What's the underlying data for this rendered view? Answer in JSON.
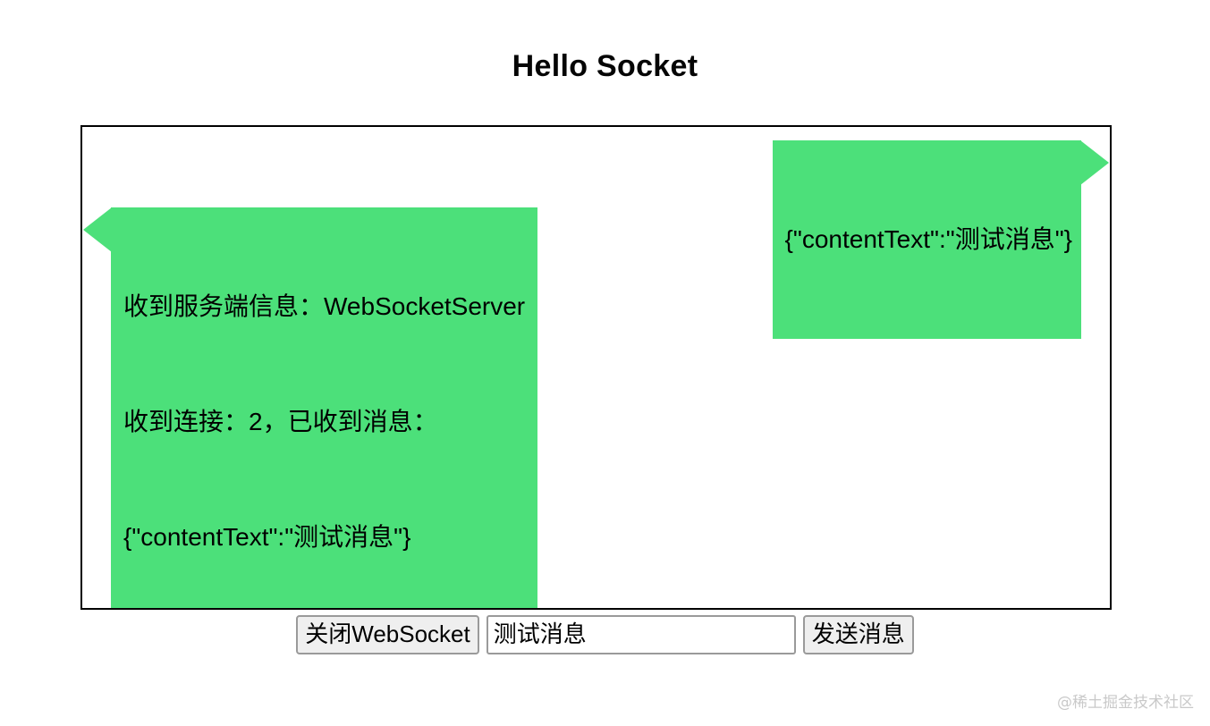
{
  "page": {
    "title": "Hello Socket",
    "watermark": "@稀土掘金技术社区",
    "accent_green": "#4ce07a",
    "border_color": "#000000"
  },
  "message_log": {
    "messages": [
      {
        "direction": "outgoing",
        "lines": [
          "{\"contentText\":\"测试消息\"}"
        ]
      },
      {
        "direction": "incoming",
        "lines": [
          "收到服务端信息：WebSocketServer",
          "收到连接：2，已收到消息：",
          "{\"contentText\":\"测试消息\"}"
        ]
      }
    ]
  },
  "controls": {
    "close_button_label": "关闭WebSocket",
    "message_input_value": "测试消息",
    "message_input_placeholder": "",
    "send_button_label": "发送消息"
  }
}
